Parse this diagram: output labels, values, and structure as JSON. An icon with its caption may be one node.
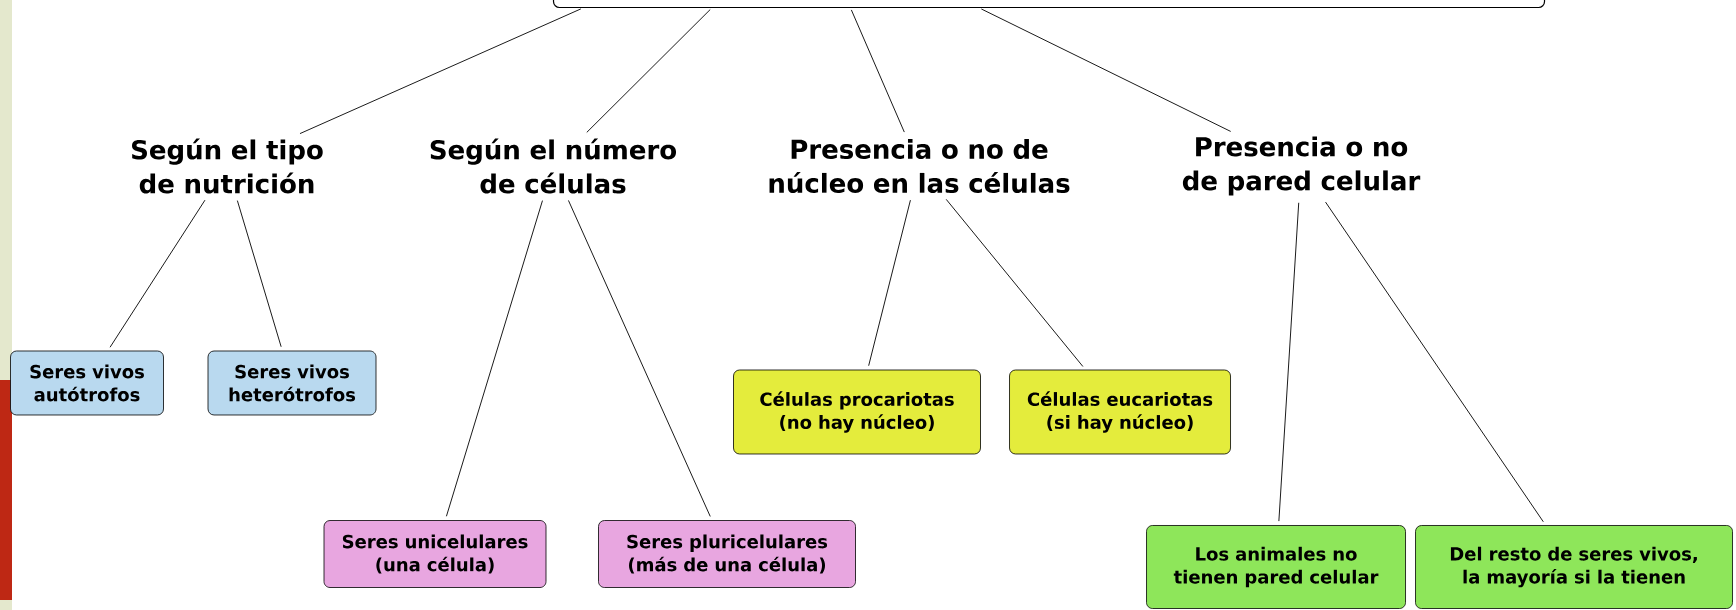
{
  "diagram": {
    "nodes": [
      {
        "text": [],
        "shape": "box"
      },
      {
        "text": [
          "Según el tipo de nutrición"
        ]
      },
      {
        "text": [
          "Según el número de células"
        ]
      },
      {
        "text": [
          "Presencia o no de núcleo en las células"
        ]
      },
      {
        "text": [
          "Presencia o no de pared celular"
        ]
      },
      {
        "text": [
          "Seres vivos autótrofos"
        ]
      },
      {
        "text": [
          "Seres vivos heterótrofos"
        ]
      },
      {
        "text": [
          "Seres unicelulares (una célula)"
        ]
      },
      {
        "text": [
          "Seres pluricelulares (más de una célula)"
        ]
      },
      {
        "text": [
          "Células procariotas (no hay núcleo)"
        ]
      },
      {
        "text": [
          "Células eucariotas (si hay núcleo)"
        ]
      },
      {
        "text": [
          "Los animales no tienen pared celular"
        ]
      },
      {
        "text": [
          "Del resto de seres vivos, la mayoría  si la tienen"
        ]
      }
    ],
    "edges": [
      {
        "from": 0,
        "to": 1,
        "arrow": "none"
      },
      {
        "from": 0,
        "to": 2,
        "arrow": "none"
      },
      {
        "from": 0,
        "to": 3,
        "arrow": "none"
      },
      {
        "from": 0,
        "to": 4,
        "arrow": "none"
      },
      {
        "from": 1,
        "to": 5,
        "arrow": "none"
      },
      {
        "from": 1,
        "to": 6,
        "arrow": "none"
      },
      {
        "from": 2,
        "to": 7,
        "arrow": "none"
      },
      {
        "from": 2,
        "to": 8,
        "arrow": "none"
      },
      {
        "from": 3,
        "to": 9,
        "arrow": "none"
      },
      {
        "from": 3,
        "to": 10,
        "arrow": "none"
      },
      {
        "from": 4,
        "to": 11,
        "arrow": "none"
      },
      {
        "from": 4,
        "to": 12,
        "arrow": "none"
      }
    ]
  }
}
